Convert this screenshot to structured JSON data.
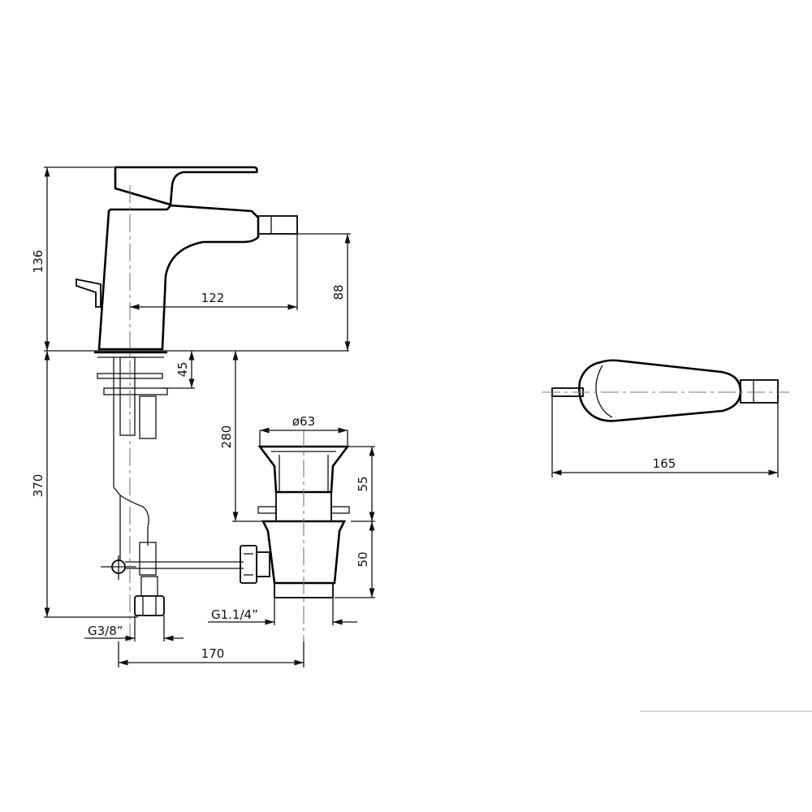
{
  "dimensions": {
    "height_total": "136",
    "spout_reach": "122",
    "spout_height": "88",
    "deck_thickness": "45",
    "below_deck": "370",
    "waste_depth": "280",
    "waste_diameter": "ø63",
    "waste_upper": "55",
    "waste_lower": "50",
    "inlet_thread": "G3/8”",
    "waste_thread": "G1.1/4”",
    "rod_distance": "170",
    "plan_length": "165"
  }
}
